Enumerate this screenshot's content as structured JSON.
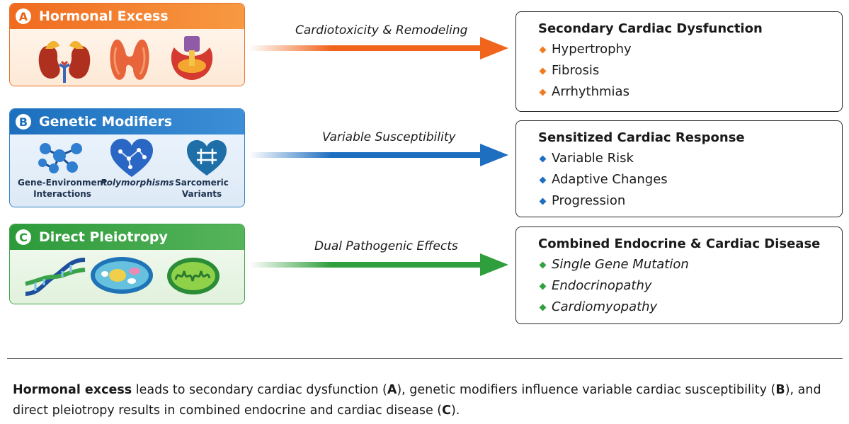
{
  "panels": [
    {
      "letter": "A",
      "title": "Hormonal Excess",
      "icons": [
        "kidney-adrenal-icon",
        "thyroid-icon",
        "pituitary-icon"
      ]
    },
    {
      "letter": "B",
      "title": "Genetic Modifiers",
      "icons": [
        "gene-network-icon",
        "polymorphism-heart-icon",
        "sarcomere-heart-icon"
      ],
      "captions": [
        "Gene-Environment Interactions",
        "Polymorphisms",
        "Sarcomeric Variants"
      ]
    },
    {
      "letter": "C",
      "title": "Direct Pleiotropy",
      "icons": [
        "dna-icon",
        "cell-icon",
        "mitochondrion-icon"
      ]
    }
  ],
  "arrows": [
    {
      "label": "Cardiotoxicity & Remodeling",
      "color": "#f0641c"
    },
    {
      "label": "Variable Susceptibility",
      "color": "#1f6fc0"
    },
    {
      "label": "Dual Pathogenic Effects",
      "color": "#2f9e3c"
    }
  ],
  "outcomes": [
    {
      "title": "Secondary Cardiac Dysfunction",
      "items": [
        "Hypertrophy",
        "Fibrosis",
        "Arrhythmias"
      ]
    },
    {
      "title": "Sensitized Cardiac Response",
      "items": [
        "Variable Risk",
        "Adaptive Changes",
        "Progression"
      ]
    },
    {
      "title": "Combined Endocrine & Cardiac Disease",
      "items": [
        "Single Gene Mutation",
        "Endocrinopathy",
        "Cardiomyopathy"
      ]
    }
  ],
  "caption": {
    "bold_lead": "Hormonal excess",
    "part1": " leads to secondary cardiac dysfunction (",
    "ref_a": "A",
    "part2": "), genetic modifiers influence variable cardiac susceptibility (",
    "ref_b": "B",
    "part3": "), and direct pleiotropy results in combined endocrine and cardiac disease (",
    "ref_c": "C",
    "part4": ")."
  }
}
